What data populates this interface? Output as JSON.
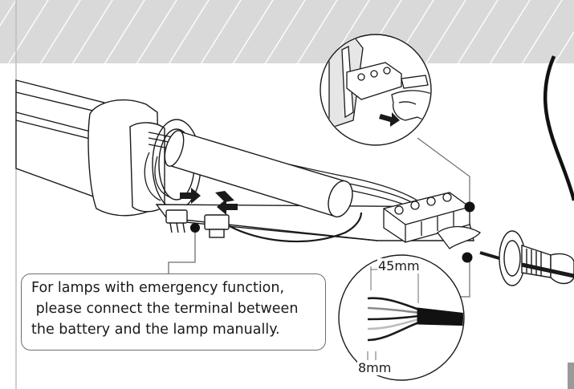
{
  "callout": {
    "line1": "For lamps with emergency function,",
    "line2": " please connect the terminal between",
    "line3": "the battery and the lamp manually."
  },
  "dimensions": {
    "strip_length": "45mm",
    "strip_end": "8mm"
  },
  "colors": {
    "ceiling_fill": "#d9d9d9",
    "line": "#1a1a1a",
    "corner_tab": "#9a9a9a"
  },
  "icons": [
    "ceiling-hatch",
    "arrow-icon",
    "hand-icon",
    "cable-gland-icon"
  ]
}
